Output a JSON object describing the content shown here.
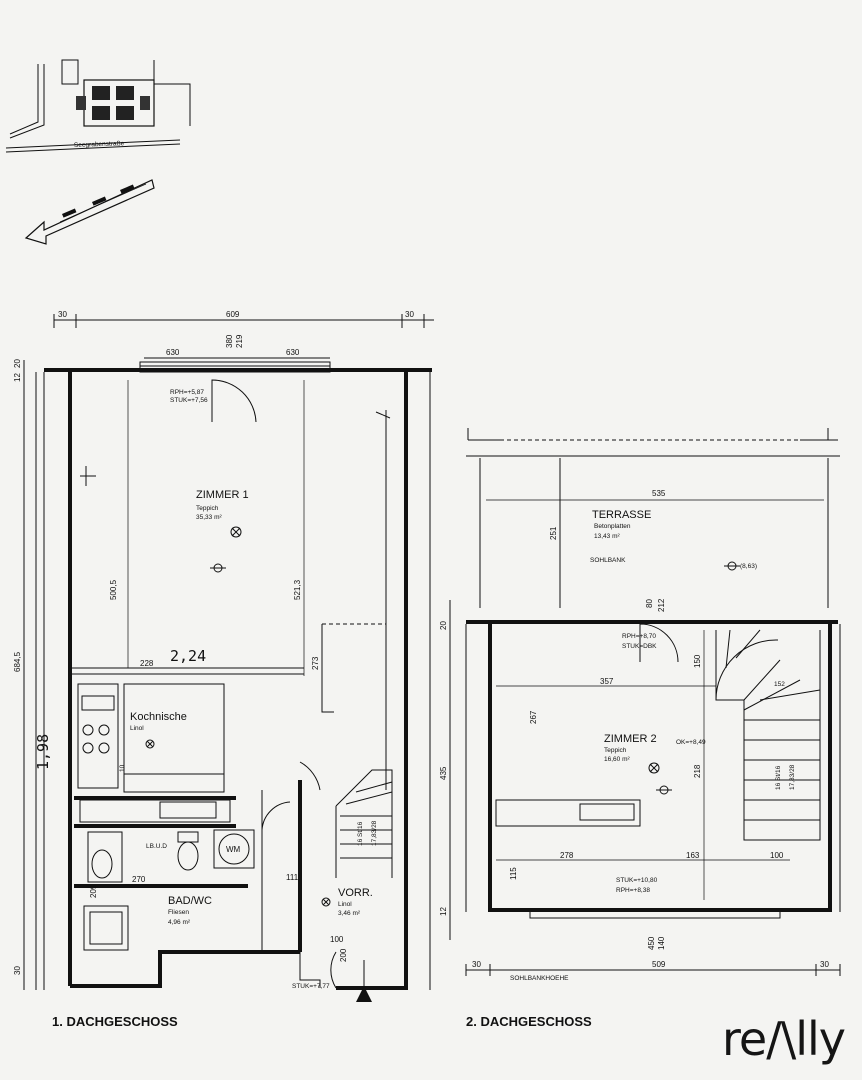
{
  "site_plan": {
    "street_label": "Seegrabenstraße"
  },
  "floor1": {
    "title": "1. DACHGESCHOSS",
    "dims": {
      "top_total": "609",
      "left_30": "30",
      "right_30": "30",
      "window_left": "630",
      "window_right": "630",
      "window_mid1": "380",
      "window_mid2": "219",
      "left_height": "684,5",
      "room_h1": "500,5",
      "room_h2": "521,3",
      "w_228": "228",
      "hall_273": "273",
      "bath_270": "270",
      "bath_209": "209",
      "hall_111": "111",
      "vorr_100": "100",
      "stair_200": "200",
      "side_10": "10",
      "bottom_30": "30",
      "left_20": "20",
      "left_12": "12"
    },
    "rooms": {
      "zimmer1": {
        "name": "ZIMMER 1",
        "floor": "Teppich",
        "area": "35,33 m²"
      },
      "kochnische": {
        "name": "Kochnische",
        "floor": "Linol"
      },
      "bad": {
        "name": "BAD/WC",
        "floor": "Fliesen",
        "area": "4,96 m²"
      },
      "vorr": {
        "name": "VORR.",
        "floor": "Linol",
        "area": "3,46 m²"
      }
    },
    "labels": {
      "rph": "RPH=+5,87",
      "stuk": "STUK=+7,56",
      "stuk_bottom": "STUK=+7,77",
      "wm": "WM",
      "lbud": "LB.U.D",
      "stair_count": "16 St/16",
      "stair_dim": "17,83/28",
      "handwritten_width": "2,24",
      "handwritten_side": "1,98"
    }
  },
  "floor2": {
    "title": "2. DACHGESCHOSS",
    "dims": {
      "terrace_535": "535",
      "terrace_251": "251",
      "d_357": "357",
      "d_267": "267",
      "d_150": "150",
      "d_218": "218",
      "d_435": "435",
      "d_278": "278",
      "d_163": "163",
      "d_100": "100",
      "d_115": "115",
      "d_509": "509",
      "left_30": "30",
      "right_30": "30",
      "d_80": "80",
      "d_212": "212",
      "d_152": "152",
      "d_450": "450",
      "d_140": "140",
      "left_20": "20",
      "left_12": "12"
    },
    "rooms": {
      "terrasse": {
        "name": "TERRASSE",
        "floor": "Betonplatten",
        "area": "13,43 m²"
      },
      "zimmer2": {
        "name": "ZIMMER 2",
        "floor": "Teppich",
        "area": "16,60 m²"
      }
    },
    "labels": {
      "sohlbank": "SOHLBANK",
      "rph": "RPH=+8,70",
      "stuk": "STUK=DBK",
      "kote": "(8,63)",
      "ok": "OK=+8,49",
      "stuk_lower": "STUK=+10,80",
      "rph_lower": "RPH=+8,38",
      "stair_count": "16 St/16",
      "stair_dim": "17,83/28",
      "sohlbank_bottom": "SOHLBANKHOEHE"
    }
  },
  "brand": {
    "logo": "re/\\lly"
  }
}
